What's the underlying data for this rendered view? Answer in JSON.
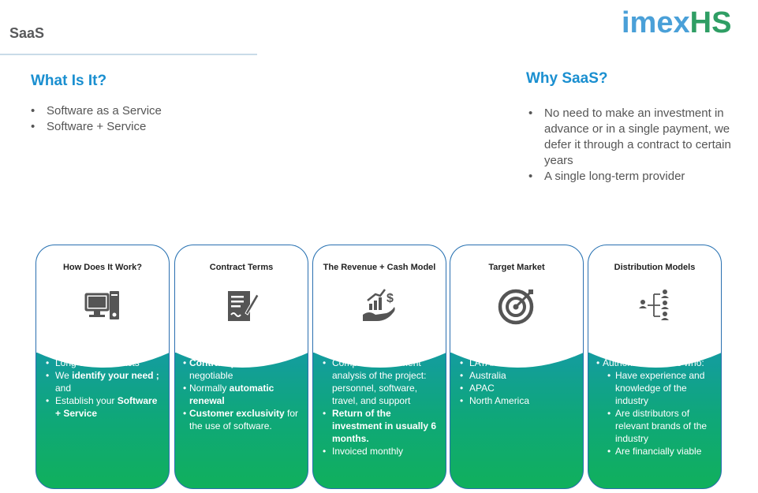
{
  "header": {
    "title": "SaaS"
  },
  "logo": {
    "part1": "imex",
    "part2": "HS"
  },
  "what": {
    "heading": "What Is It?",
    "items": [
      "Software as a Service",
      "Software + Service"
    ]
  },
  "why": {
    "heading": "Why SaaS?",
    "items": [
      "No need to  make an investment in advance or in a single payment, we defer it through a contract to certain years",
      "A single long-term provider"
    ]
  },
  "cards": [
    {
      "title": "How Does It Work?",
      "icon": "computer-icon",
      "items": [
        {
          "parts": [
            "Long-term contracts"
          ]
        },
        {
          "parts": [
            "We ",
            "identify your need ;",
            " and"
          ]
        },
        {
          "parts": [
            "Establish your ",
            "Software  + Service"
          ]
        }
      ]
    },
    {
      "title": "Contract Terms",
      "icon": "contract-signing-icon",
      "items": [
        {
          "parts": [
            "Contract period",
            " negotiable"
          ]
        },
        {
          "parts": [
            "Normally ",
            "automatic renewal"
          ]
        },
        {
          "parts": [
            "Customer exclusivity",
            " for the use of software."
          ]
        }
      ]
    },
    {
      "title": "The Revenue + Cash Model",
      "icon": "revenue-growth-icon",
      "items": [
        {
          "parts": [
            "Complete investment analysis of the project: personnel, software, travel, and support"
          ]
        },
        {
          "parts": [
            "Return of the investment in usually 6 months."
          ]
        },
        {
          "parts": [
            "Invoiced monthly"
          ]
        }
      ]
    },
    {
      "title": "Target Market",
      "icon": "target-icon",
      "items": [
        "LATAM",
        "Australia",
        "APAC",
        "North America"
      ]
    },
    {
      "title": "Distribution Models",
      "icon": "distribution-network-icon",
      "lead": "Authorized dealers who:",
      "items": [
        "Have experience and knowledge of the industry",
        "Are distributors of relevant brands of the industry",
        "Are financially viable"
      ]
    }
  ],
  "colors": {
    "accent": "#1a8fd0",
    "card_top": "#1a8fc8",
    "card_bottom": "#10b05c"
  }
}
